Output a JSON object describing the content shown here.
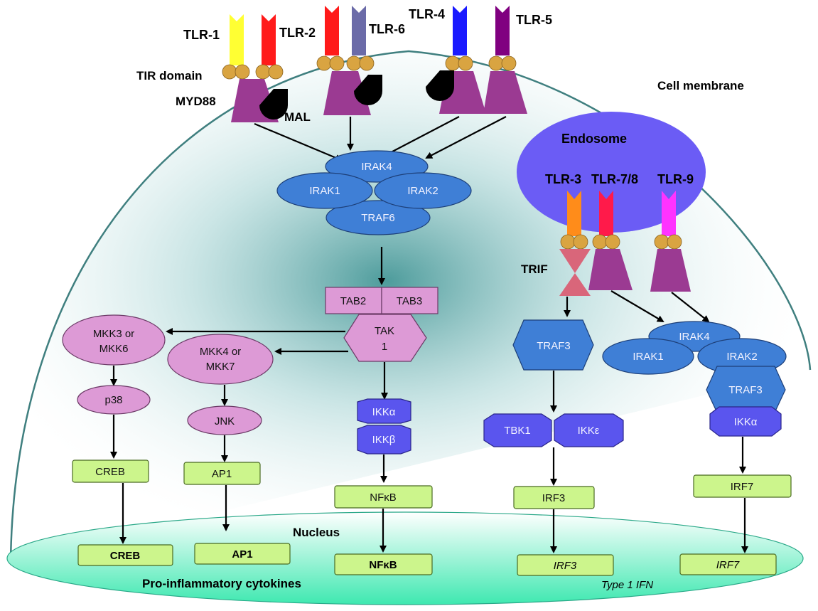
{
  "receptors": {
    "tlr1": "TLR-1",
    "tlr2": "TLR-2",
    "tlr6": "TLR-6",
    "tlr4": "TLR-4",
    "tlr5": "TLR-5",
    "tlr3": "TLR-3",
    "tlr78": "TLR-7/8",
    "tlr9": "TLR-9"
  },
  "labels": {
    "tir_domain": "TIR domain",
    "myd88": "MYD88",
    "mal": "MAL",
    "cell_membrane": "Cell membrane",
    "endosome": "Endosome",
    "trif": "TRIF",
    "nucleus": "Nucleus",
    "pro_inflammatory": "Pro-inflammatory cytokines",
    "type1_ifn": "Type 1 IFN"
  },
  "complex_left": {
    "irak4": "IRAK4",
    "irak1": "IRAK1",
    "irak2": "IRAK2",
    "traf6": "TRAF6"
  },
  "tab": {
    "tab2": "TAB2",
    "tab3": "TAB3",
    "tak1_line1": "TAK",
    "tak1_line2": "1"
  },
  "mapk": {
    "mkk36_line1": "MKK3 or",
    "mkk36_line2": "MKK6",
    "mkk47_line1": "MKK4 or",
    "mkk47_line2": "MKK7",
    "p38": "p38",
    "jnk": "JNK"
  },
  "ikk": {
    "alpha": "IKKα",
    "beta": "IKKβ"
  },
  "tf_cyto": {
    "creb": "CREB",
    "ap1": "AP1",
    "nfkb": "NFκB",
    "irf3": "IRF3",
    "irf7": "IRF7"
  },
  "tf_nuc": {
    "creb": "CREB",
    "ap1": "AP1",
    "nfkb": "NFκB",
    "irf3": "IRF3",
    "irf7": "IRF7"
  },
  "trif_path": {
    "traf3": "TRAF3",
    "tbk1": "TBK1",
    "ikke": "IKKε"
  },
  "complex_right": {
    "irak4": "IRAK4",
    "irak1": "IRAK1",
    "irak2": "IRAK2",
    "traf3": "TRAF3",
    "ikka": "IKKα"
  },
  "colors": {
    "tlr1": "#ffff33",
    "tlr2": "#ff1a1a",
    "tlr6": "#6b6ba8",
    "tlr4": "#1a1aff",
    "tlr5": "#800080",
    "tlr3": "#ff8c1a",
    "tlr78": "#ff1a4a",
    "tlr9": "#ff33ff",
    "endosome": "#6b5cf5",
    "adapter": "#9b3a92",
    "trif": "#d9667a"
  }
}
